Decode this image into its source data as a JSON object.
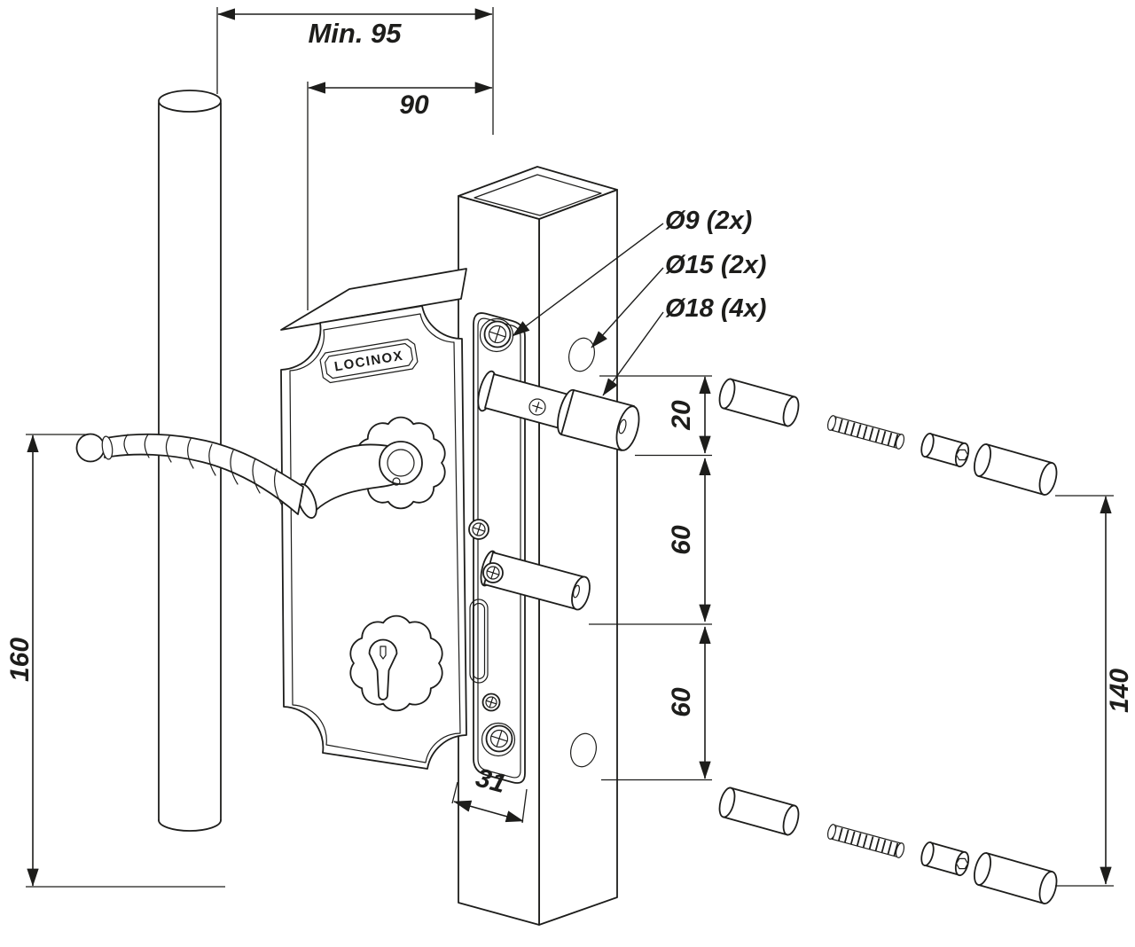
{
  "brand_label": "LOCINOX",
  "dimensions": {
    "min_width": "Min. 95",
    "width_90": "90",
    "height_160": "160",
    "offset_20": "20",
    "spacing_60_top": "60",
    "spacing_60_bottom": "60",
    "length_140": "140",
    "depth_31": "31"
  },
  "callouts": {
    "hole_9": "Ø9 (2x)",
    "hole_15": "Ø15 (2x)",
    "hole_18": "Ø18 (4x)"
  },
  "colors": {
    "line": "#1d1d1b",
    "background": "#ffffff"
  }
}
